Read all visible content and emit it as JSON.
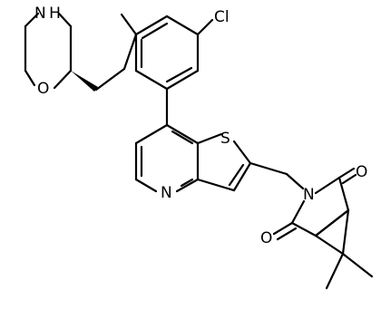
{
  "molecule": {
    "atoms": {
      "morpholine_nh": "N H",
      "morpholine_o": "O",
      "chloro": "Cl",
      "thiophene_s": "S",
      "pyridine_n": "N",
      "imide_n": "N",
      "carbonyl_o_upper": "O",
      "carbonyl_o_lower": "O"
    }
  }
}
